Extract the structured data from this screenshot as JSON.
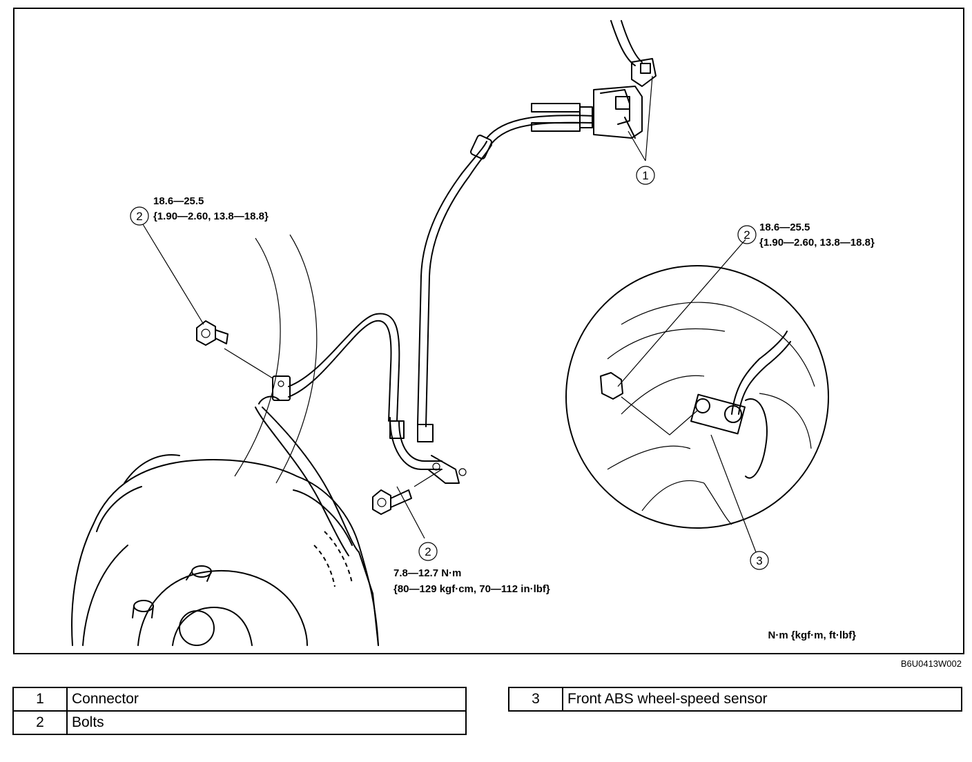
{
  "diagram": {
    "callouts": [
      {
        "number": "1"
      },
      {
        "number": "2",
        "torque_line1": "18.6—25.5",
        "torque_line2": "{1.90—2.60, 13.8—18.8}"
      },
      {
        "number": "2",
        "torque_line1": "7.8—12.7 N·m",
        "torque_line2": "{80—129 kgf·cm, 70—112 in·lbf}"
      },
      {
        "number": "2",
        "torque_line1": "18.6—25.5",
        "torque_line2": "{1.90—2.60, 13.8—18.8}"
      },
      {
        "number": "3"
      }
    ],
    "units_note": "N·m {kgf·m, ft·lbf}",
    "figure_code": "B6U0413W002"
  },
  "legend": {
    "left": [
      {
        "number": "1",
        "label": "Connector"
      },
      {
        "number": "2",
        "label": "Bolts"
      }
    ],
    "right": [
      {
        "number": "3",
        "label": "Front ABS wheel-speed sensor"
      }
    ]
  }
}
